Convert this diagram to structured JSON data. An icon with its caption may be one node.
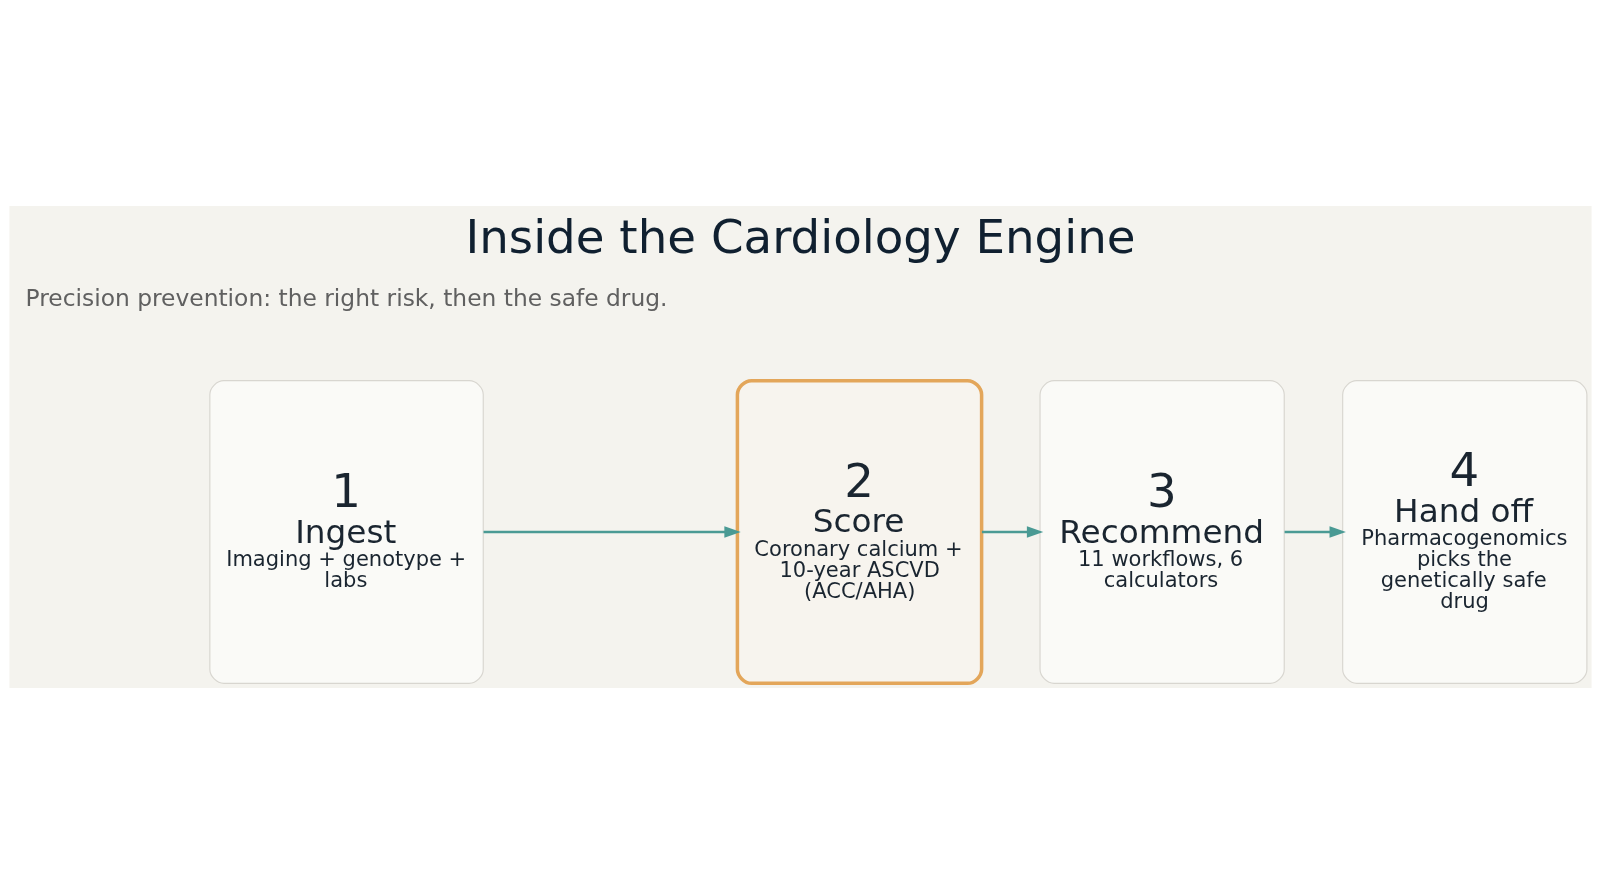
{
  "diagram": {
    "title": "Inside the Cardiology Engine",
    "caption": "Precision prevention: the right risk, then the safe drug.",
    "nodes": [
      {
        "text": [
          "1",
          "Ingest",
          "Imaging + genotype + labs"
        ]
      },
      {
        "text": [
          "2",
          "Score",
          "Coronary calcium + 10-year ASCVD (ACC/AHA)"
        ]
      },
      {
        "text": [
          "3",
          "Recommend",
          "11 workflows, 6 calculators"
        ]
      },
      {
        "text": [
          "4",
          "Hand off",
          "Pharmacogenomics picks the genetically safe drug"
        ]
      }
    ],
    "edges": [
      {
        "from": 0,
        "to": 1,
        "arrow": "to"
      },
      {
        "from": 1,
        "to": 2,
        "arrow": "to"
      },
      {
        "from": 2,
        "to": 3,
        "arrow": "to"
      }
    ]
  }
}
